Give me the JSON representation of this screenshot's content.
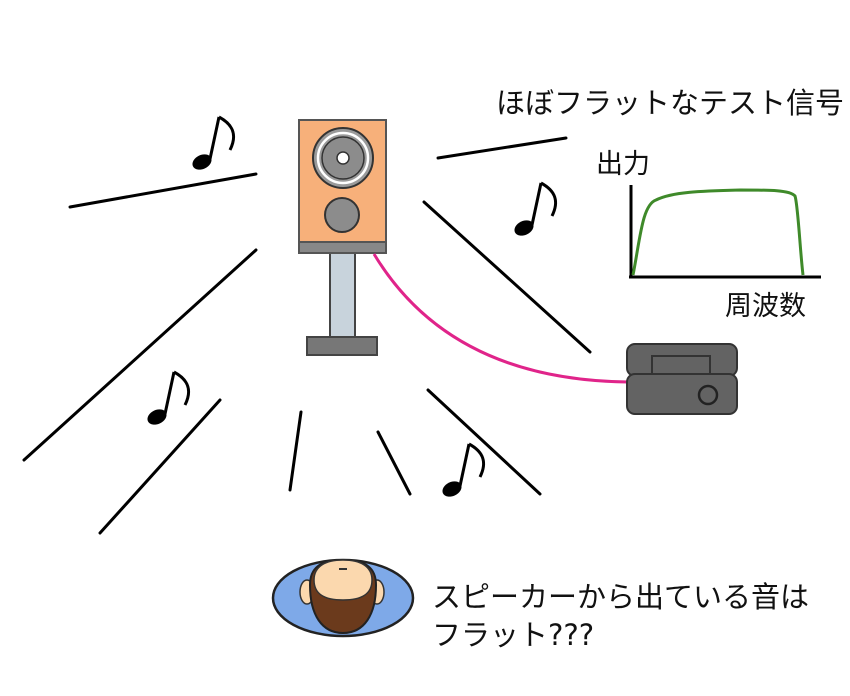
{
  "labels": {
    "signal_title": "ほぼフラットなテスト信号",
    "graph_y_axis": "出力",
    "graph_x_axis": "周波数",
    "question_line1": "スピーカーから出ている音は",
    "question_line2": "フラット???"
  },
  "colors": {
    "speaker_body": "#f7b07a",
    "speaker_trim": "#888888",
    "stand": "#c8d3dc",
    "cable": "#e0248a",
    "amplifier": "#636363",
    "response_curve": "#3f8a2a",
    "listener_mat": "#7ea9e8",
    "hair": "#6b3a1c",
    "face": "#fbd8ae"
  },
  "icons": [
    "speaker-icon",
    "amplifier-icon",
    "music-note-icon",
    "listener-icon"
  ]
}
